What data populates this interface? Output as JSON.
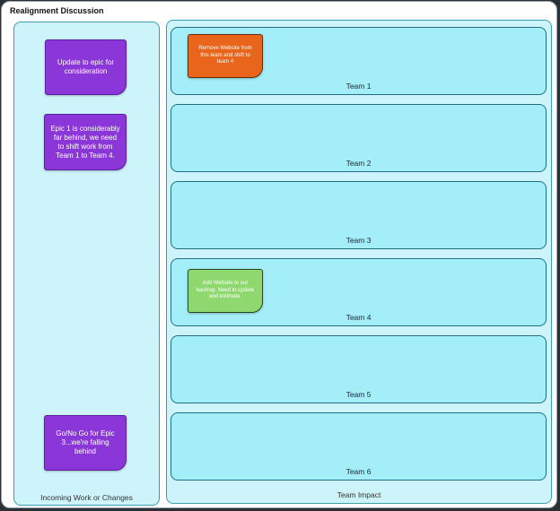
{
  "board": {
    "title": "Realignment Discussion"
  },
  "incoming": {
    "label": "Incoming Work or Changes",
    "notes": [
      {
        "text": "Update to epic for consideration",
        "color": "#8a36d8"
      },
      {
        "text": "Epic 1 is considerably far behind, we need to shift work from Team 1 to Team 4.",
        "color": "#8a36d8"
      },
      {
        "text": "Go/No Go for Epic 3...we're falling behind",
        "color": "#8a36d8"
      }
    ]
  },
  "impact": {
    "label": "Team Impact",
    "teams": [
      {
        "label": "Team 1",
        "note": "Remove Website from this team and shift to team 4",
        "note_color": "#e8651b"
      },
      {
        "label": "Team 2"
      },
      {
        "label": "Team 3"
      },
      {
        "label": "Team 4",
        "note": "Add Website to our backlog. Need to update and estimate.",
        "note_color": "#8fd86f"
      },
      {
        "label": "Team 5"
      },
      {
        "label": "Team 6"
      }
    ]
  },
  "colors": {
    "frame_fill": "#cdf4fa",
    "lane_fill": "#a3eef8",
    "lane_border": "#1f6f86"
  }
}
